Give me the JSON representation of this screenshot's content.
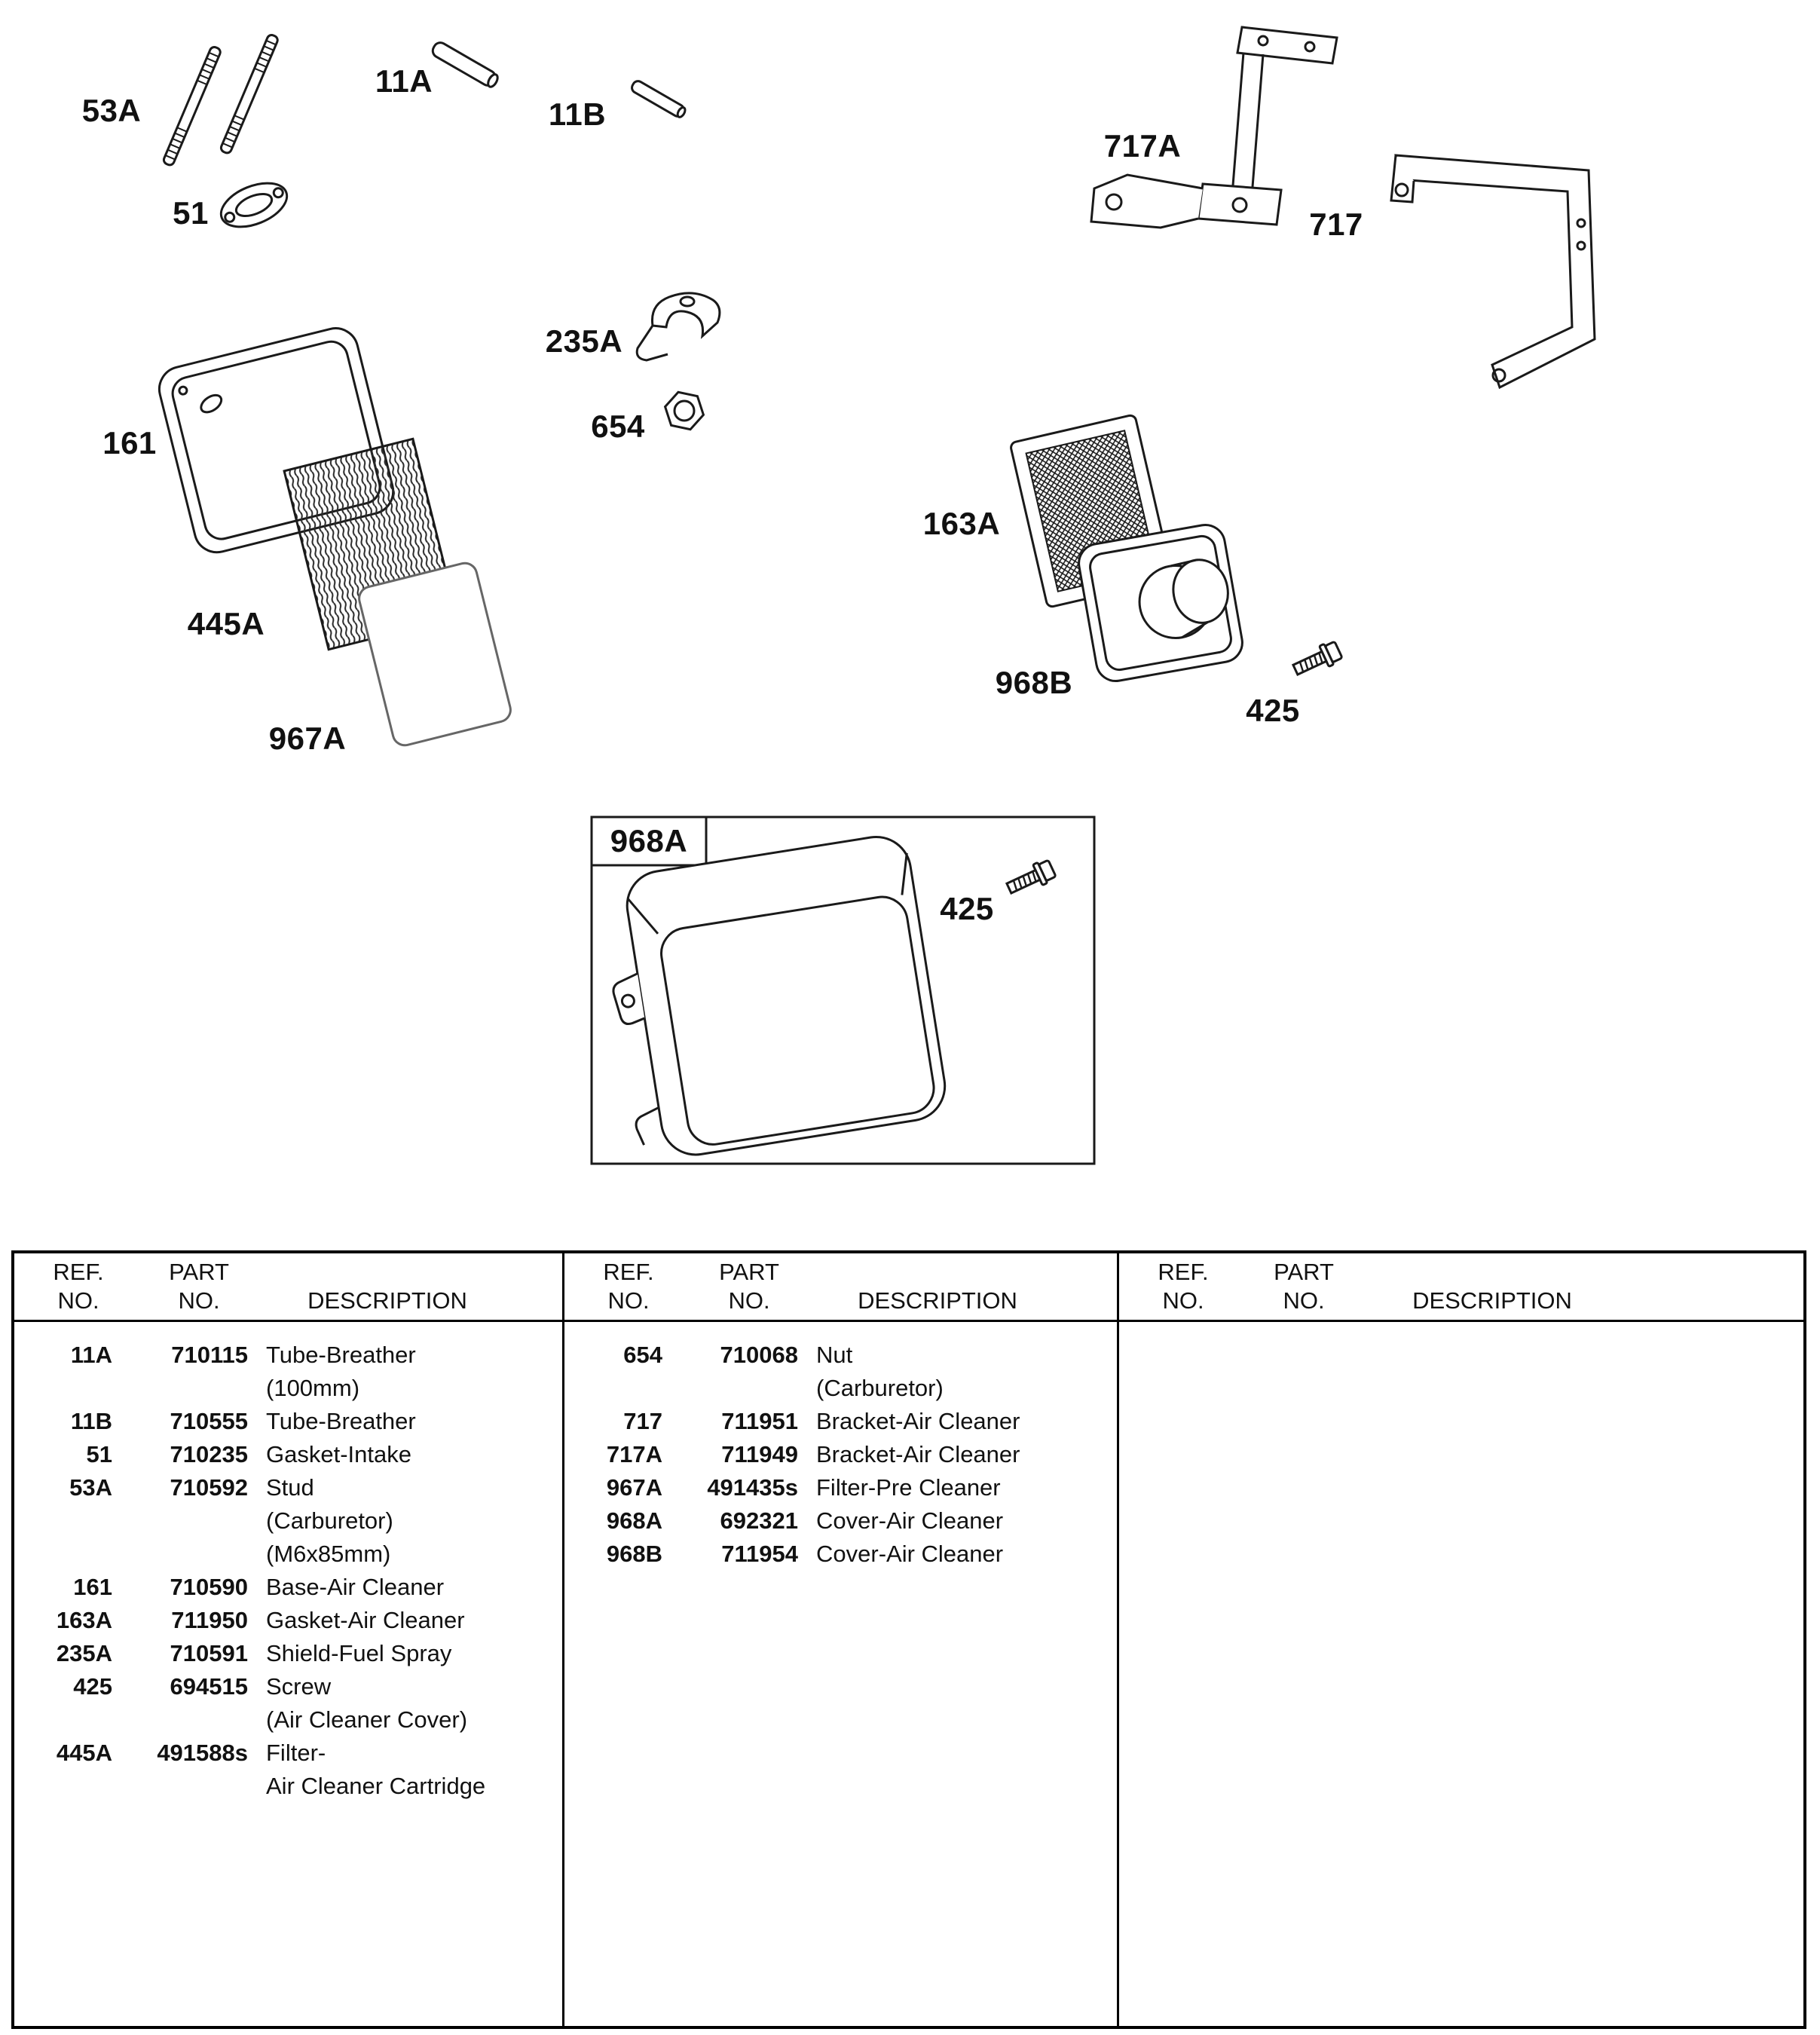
{
  "diagram": {
    "labels": {
      "l53A": "53A",
      "l11A": "11A",
      "l11B": "11B",
      "l51": "51",
      "l717A": "717A",
      "l717": "717",
      "l235A": "235A",
      "l654": "654",
      "l161": "161",
      "l163A": "163A",
      "l445A": "445A",
      "l968B": "968B",
      "l425": "425",
      "l967A": "967A",
      "l968A": "968A"
    }
  },
  "table": {
    "header": {
      "ref1": "REF.",
      "ref2": "NO.",
      "part1": "PART",
      "part2": "NO.",
      "desc": "DESCRIPTION"
    },
    "col1_rows": [
      {
        "ref": "11A",
        "part": "710115",
        "desc": "Tube-Breather"
      },
      {
        "ref": "",
        "part": "",
        "desc": "(100mm)"
      },
      {
        "ref": "11B",
        "part": "710555",
        "desc": "Tube-Breather"
      },
      {
        "ref": "51",
        "part": "710235",
        "desc": "Gasket-Intake"
      },
      {
        "ref": "53A",
        "part": "710592",
        "desc": "Stud"
      },
      {
        "ref": "",
        "part": "",
        "desc": "(Carburetor)"
      },
      {
        "ref": "",
        "part": "",
        "desc": "(M6x85mm)"
      },
      {
        "ref": "161",
        "part": "710590",
        "desc": "Base-Air Cleaner"
      },
      {
        "ref": "163A",
        "part": "711950",
        "desc": "Gasket-Air Cleaner"
      },
      {
        "ref": "235A",
        "part": "710591",
        "desc": "Shield-Fuel Spray"
      },
      {
        "ref": "425",
        "part": "694515",
        "desc": "Screw"
      },
      {
        "ref": "",
        "part": "",
        "desc": "(Air Cleaner Cover)"
      },
      {
        "ref": "445A",
        "part": "491588s",
        "desc": "Filter-"
      },
      {
        "ref": "",
        "part": "",
        "desc": "Air Cleaner Cartridge"
      }
    ],
    "col2_rows": [
      {
        "ref": "654",
        "part": "710068",
        "desc": "Nut"
      },
      {
        "ref": "",
        "part": "",
        "desc": "(Carburetor)"
      },
      {
        "ref": "717",
        "part": "711951",
        "desc": "Bracket-Air Cleaner"
      },
      {
        "ref": "717A",
        "part": "711949",
        "desc": "Bracket-Air Cleaner"
      },
      {
        "ref": "967A",
        "part": "491435s",
        "desc": "Filter-Pre Cleaner"
      },
      {
        "ref": "968A",
        "part": "692321",
        "desc": "Cover-Air Cleaner"
      },
      {
        "ref": "968B",
        "part": "711954",
        "desc": "Cover-Air Cleaner"
      }
    ],
    "col3_rows": []
  }
}
